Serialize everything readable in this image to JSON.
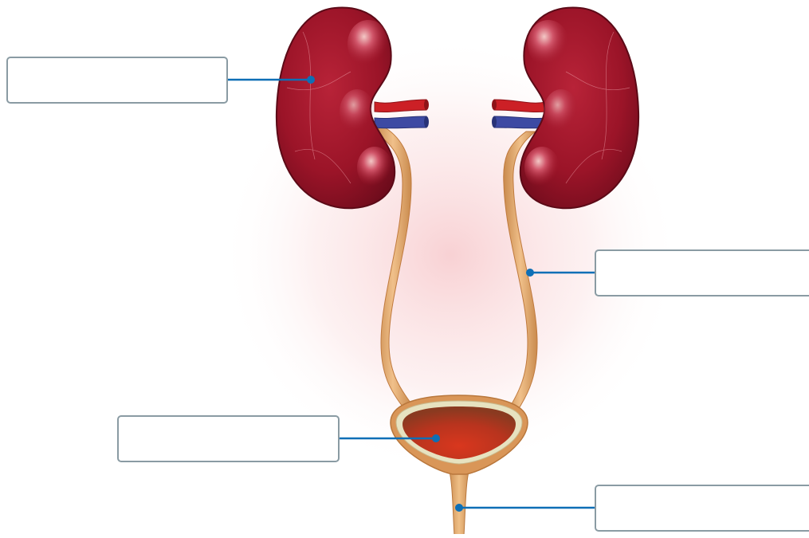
{
  "diagram": {
    "label_boxes": [
      {
        "id": "kidney",
        "text": ""
      },
      {
        "id": "ureter",
        "text": ""
      },
      {
        "id": "bladder",
        "text": ""
      },
      {
        "id": "urethra",
        "text": ""
      }
    ],
    "colors": {
      "kidney": "#a3182c",
      "kidney_dark": "#6e0c1c",
      "ureter": "#e1a566",
      "bladder_rim": "#e7e2c0",
      "bladder_inner": "#b8341e",
      "artery": "#cc2026",
      "vein": "#3d4aa3",
      "leader_line": "#0e6fb6",
      "box_border": "#8a9ba3",
      "glow": "#f7c9cc"
    }
  }
}
